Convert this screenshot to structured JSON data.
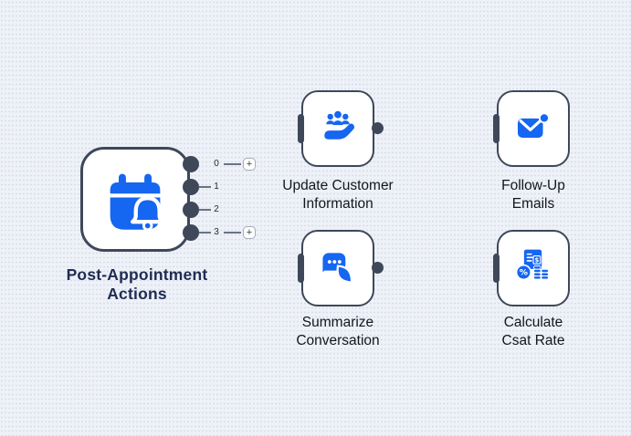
{
  "colors": {
    "canvas_bg": "#eef1f7",
    "dot_color": "#d8ddeb",
    "accent_blue": "#1566f1",
    "node_border": "#3e4859",
    "node_bg": "#ffffff",
    "port_fill": "#3e4859",
    "line_color": "#6a7380",
    "title_color": "#1f2c52",
    "label_color": "#12161f",
    "port_number_color": "#252a33",
    "plus_border": "#a6adb8",
    "plus_fg": "#3a4049"
  },
  "main_node": {
    "title_line1": "Post-Appointment",
    "title_line2": "Actions",
    "icon": "calendar-bell-icon",
    "add_button_label": "+",
    "ports": [
      {
        "label": "0"
      },
      {
        "label": "1"
      },
      {
        "label": "2"
      },
      {
        "label": "3"
      }
    ]
  },
  "action_nodes": [
    {
      "id": "update-customer-information",
      "label_line1": "Update Customer",
      "label_line2": "Information",
      "icon": "hand-customers-icon"
    },
    {
      "id": "follow-up-emails",
      "label_line1": "Follow-Up",
      "label_line2": "Emails",
      "icon": "email-notification-icon"
    },
    {
      "id": "summarize-conversation",
      "label_line1": "Summarize",
      "label_line2": "Conversation",
      "icon": "chat-bubbles-icon"
    },
    {
      "id": "calculate-csat-rate",
      "label_line1": "Calculate",
      "label_line2": "Csat Rate",
      "icon": "percent-calculator-icon"
    }
  ]
}
